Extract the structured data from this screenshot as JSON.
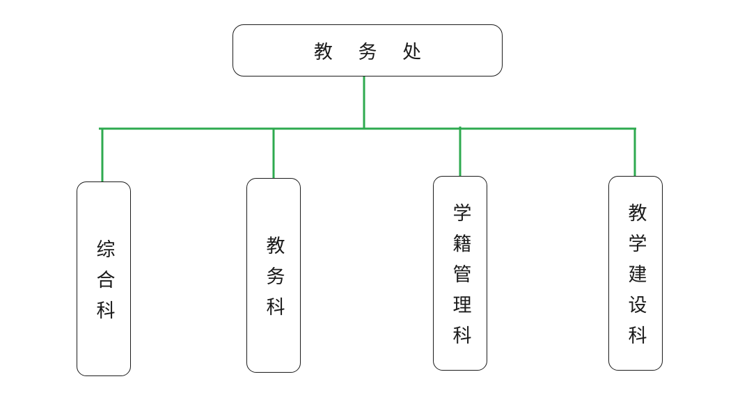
{
  "root": {
    "label": "教 务 处"
  },
  "children": [
    {
      "label": "综合科"
    },
    {
      "label": "教务科"
    },
    {
      "label": "学籍管理科"
    },
    {
      "label": "教学建设科"
    }
  ],
  "colors": {
    "connector": "#2eaa4f",
    "border": "#1a1a1a",
    "background": "#ffffff"
  }
}
